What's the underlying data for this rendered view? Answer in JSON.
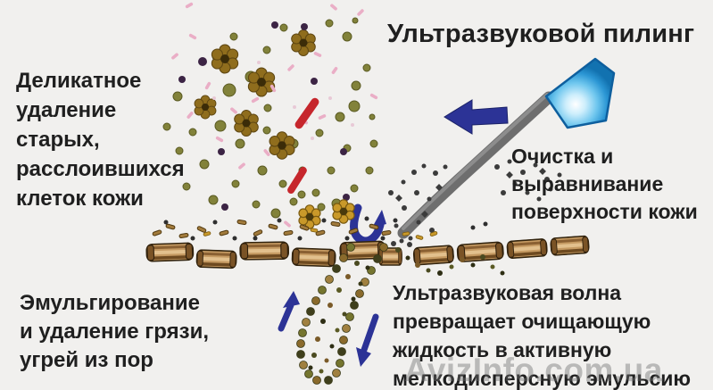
{
  "title": "Ультразвуковой пилинг",
  "labels": {
    "top_left": {
      "lines": [
        "Деликатное",
        "удаление",
        "старых,",
        "расслоившихся",
        "клеток кожи"
      ]
    },
    "right": {
      "lines": [
        "Очистка и",
        "выравнивание",
        "поверхности кожи"
      ]
    },
    "bottom_left": {
      "lines": [
        "Эмульгирование",
        "и удаление грязи,",
        "угрей из пор"
      ]
    },
    "bottom_right": {
      "lines": [
        "Ультразвуковая волна",
        "превращает очищающую",
        "жидкость в активную",
        "мелкодисперсную эмульсию"
      ]
    }
  },
  "watermark": "AvizInfo.com.ua",
  "icons": {
    "tool": "ultrasonic-spatula",
    "arrows": [
      "arrow-left",
      "cavitation-u-arrow",
      "arrow-up",
      "arrow-down"
    ],
    "particles": [
      "exfoliated-cell-cloud",
      "skin-cell-bricks",
      "pore-sac",
      "spray-droplets"
    ]
  },
  "colors": {
    "background": "#f1f0ee",
    "text": "#1f1f1f",
    "arrow_blue": "#2c3396",
    "red_accent": "#c6262c",
    "tool_gray": "#6e6e6e",
    "tip_blue": "#2b96d4",
    "skin_tan": "#c59a62",
    "skin_dark": "#33240e",
    "particle_olive": "#82823a",
    "flower_brown": "#8f6d1d",
    "pink": "#eaaec6",
    "gold": "#c9992a",
    "watermark": "#6e6e6e"
  }
}
